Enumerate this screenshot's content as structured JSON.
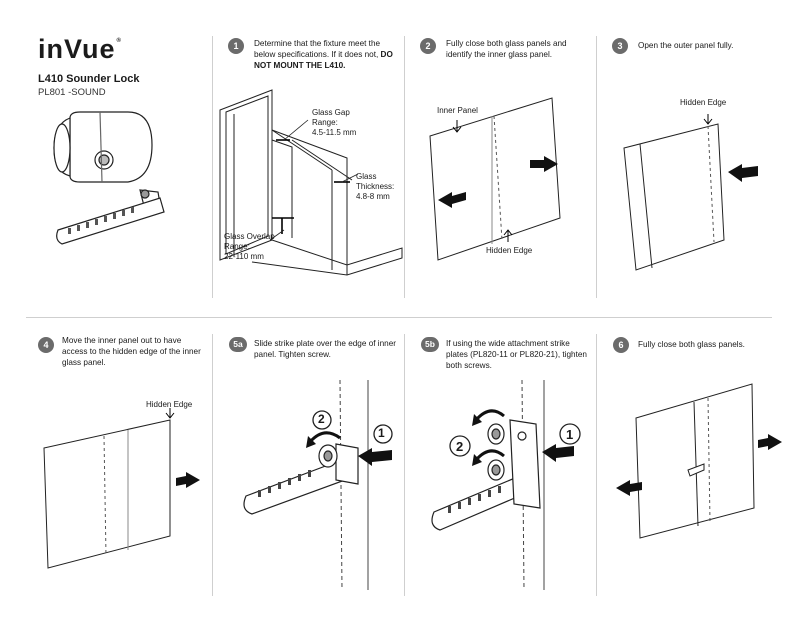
{
  "brand": {
    "name": "inVue",
    "mark": "®"
  },
  "product": {
    "title": "L410 Sounder Lock",
    "subtitle": "PL801 -SOUND"
  },
  "steps": [
    {
      "id": "1",
      "text": "Determine that the fixture meet the below specifications. If it does not, ",
      "bold": "DO NOT MOUNT THE L410."
    },
    {
      "id": "2",
      "text": "Fully close both glass panels and identify the inner glass panel."
    },
    {
      "id": "3",
      "text": "Open the outer panel fully."
    },
    {
      "id": "4",
      "text": "Move the inner panel out to have access to the hidden edge of the inner glass panel."
    },
    {
      "id": "5a",
      "text": "Slide strike plate over the edge of inner panel. Tighten screw."
    },
    {
      "id": "5b",
      "text": "If using the wide attachment strike plates (PL820-11 or PL820-21), tighten both screws."
    },
    {
      "id": "6",
      "text": "Fully close both glass panels."
    }
  ],
  "labels": {
    "glass_gap": [
      "Glass Gap",
      "Range:",
      "4.5-11.5 mm"
    ],
    "glass_thickness": [
      "Glass",
      "Thickness:",
      "4.8-8 mm"
    ],
    "glass_overlap": [
      "Glass Overlap",
      "Range:",
      "22-110 mm"
    ],
    "inner_panel": "Inner Panel",
    "hidden_edge": "Hidden Edge",
    "callout_1": "1",
    "callout_2": "2"
  },
  "colors": {
    "badge": "#6b6b6b",
    "divider": "#cfcfcf",
    "ink": "#1a1a1a"
  }
}
